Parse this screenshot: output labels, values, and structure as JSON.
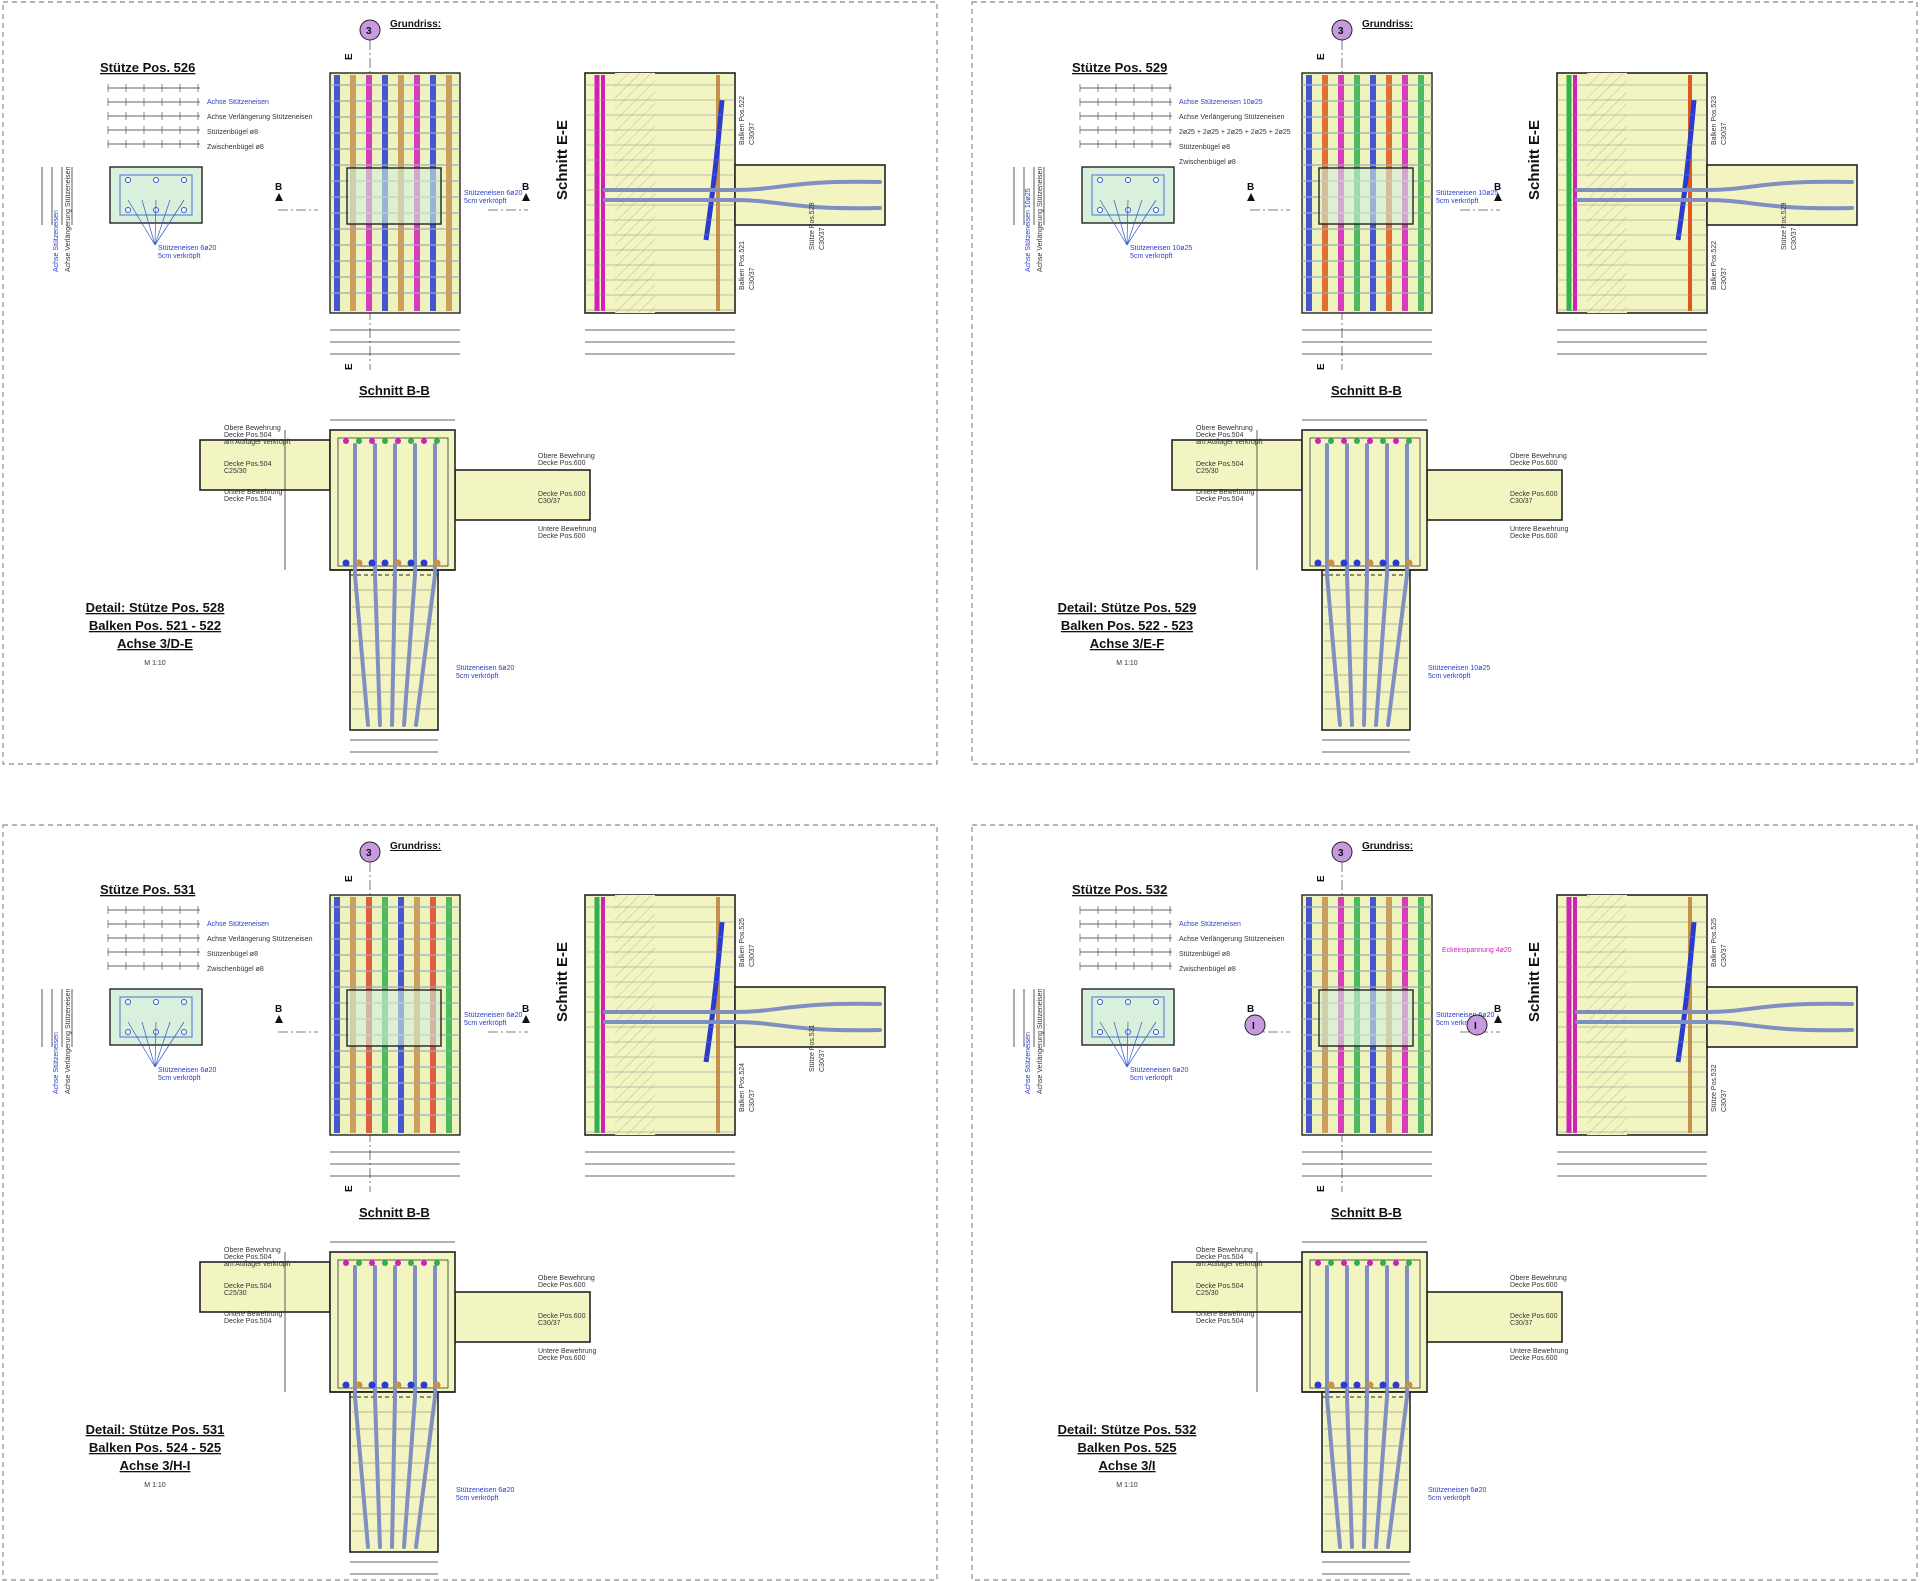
{
  "details": [
    {
      "id": "d1",
      "column_title": "Stütze Pos. 526",
      "grundriss_label": "Grundriss:",
      "axis_marker": "3",
      "section_ee": "Schnitt E-E",
      "section_bb": "Schnitt B-B",
      "section_mark_b": "B",
      "section_mark_e": "E",
      "title_lines": [
        "Detail: Stütze Pos. 528",
        "Balken Pos. 521 - 522",
        "Achse 3/D-E"
      ],
      "scale": "M 1:10",
      "legend": [
        "Achse Stützeneisen",
        "Achse Verlängerung Stützeneisen",
        "Stützenbügel ø8",
        "Zwischenbügel ø8"
      ],
      "rebar_note": [
        "Stützeneisen 6ø20",
        "5cm verkröpft"
      ],
      "slab_labels": [
        "Obere Bewehrung",
        "Decke Pos.504",
        "am Auflager verkröpft",
        "Decke Pos.504",
        "C25/30",
        "Untere Bewehrung",
        "Decke Pos.504",
        "Obere Bewehrung",
        "Decke Pos.600",
        "Decke Pos.600",
        "C30/37",
        "Untere Bewehrung",
        "Decke Pos.600"
      ],
      "beam_labels": [
        "Balken Pos.522",
        "C30/37",
        "Balken Pos.521",
        "C30/37",
        "Stütze Pos.528",
        "C30/37"
      ],
      "colors": [
        "#2a3bd1",
        "#c8914a",
        "#d21fb9"
      ]
    },
    {
      "id": "d2",
      "column_title": "Stütze Pos. 529",
      "grundriss_label": "Grundriss:",
      "axis_marker": "3",
      "section_ee": "Schnitt E-E",
      "section_bb": "Schnitt B-B",
      "section_mark_b": "B",
      "section_mark_e": "E",
      "title_lines": [
        "Detail: Stütze Pos. 529",
        "Balken Pos. 522 - 523",
        "Achse 3/E-F"
      ],
      "scale": "M 1:10",
      "legend": [
        "Achse Stützeneisen 10ø25",
        "Achse Verlängerung Stützeneisen",
        "2ø25 + 2ø25 + 2ø25 + 2ø25 + 2ø25",
        "Stützenbügel ø8",
        "Zwischenbügel ø8"
      ],
      "rebar_note": [
        "Stützeneisen 10ø25",
        "5cm verkröpft"
      ],
      "slab_labels": [
        "Obere Bewehrung",
        "Decke Pos.504",
        "am Auflager verkröpft",
        "Decke Pos.504",
        "C25/30",
        "Untere Bewehrung",
        "Decke Pos.504",
        "Obere Bewehrung",
        "Decke Pos.600",
        "Decke Pos.600",
        "C30/37",
        "Untere Bewehrung",
        "Decke Pos.600"
      ],
      "beam_labels": [
        "Balken Pos.523",
        "C30/37",
        "Balken Pos.522",
        "C30/37",
        "Stütze Pos.529",
        "C30/37"
      ],
      "colors": [
        "#2a3bd1",
        "#e0571d",
        "#d21fb9",
        "#2fb24a"
      ]
    },
    {
      "id": "d3",
      "column_title": "Stütze Pos. 531",
      "grundriss_label": "Grundriss:",
      "axis_marker": "3",
      "section_ee": "Schnitt E-E",
      "section_bb": "Schnitt B-B",
      "section_mark_b": "B",
      "section_mark_e": "E",
      "title_lines": [
        "Detail: Stütze Pos. 531",
        "Balken Pos. 524 - 525",
        "Achse 3/H-I"
      ],
      "scale": "M 1:10",
      "legend": [
        "Achse Stützeneisen",
        "Achse Verlängerung Stützeneisen",
        "Stützenbügel ø8",
        "Zwischenbügel ø8"
      ],
      "rebar_note": [
        "Stützeneisen 6ø20",
        "5cm verkröpft"
      ],
      "slab_labels": [
        "Obere Bewehrung",
        "Decke Pos.504",
        "am Auflager verkröpft",
        "Decke Pos.504",
        "C25/30",
        "Untere Bewehrung",
        "Decke Pos.504",
        "Obere Bewehrung",
        "Decke Pos.600",
        "Decke Pos.600",
        "C30/37",
        "Untere Bewehrung",
        "Decke Pos.600"
      ],
      "beam_labels": [
        "Balken Pos.525",
        "C30/37",
        "Balken Pos.524",
        "C30/37",
        "Stütze Pos.531",
        "C30/37"
      ],
      "colors": [
        "#2a3bd1",
        "#c8914a",
        "#d9452f",
        "#2fb24a"
      ]
    },
    {
      "id": "d4",
      "column_title": "Stütze Pos. 532",
      "grundriss_label": "Grundriss:",
      "axis_marker": "3",
      "axis_marker_i": "I",
      "section_ee": "Schnitt E-E",
      "section_bb": "Schnitt B-B",
      "section_mark_b": "B",
      "section_mark_e": "E",
      "title_lines": [
        "Detail: Stütze Pos. 532",
        "Balken Pos. 525",
        "Achse 3/I"
      ],
      "scale": "M 1:10",
      "legend": [
        "Achse Stützeneisen",
        "Achse Verlängerung Stützeneisen",
        "Stützenbügel ø8",
        "Zwischenbügel ø8"
      ],
      "rebar_note": [
        "Stützeneisen 6ø20",
        "5cm verkröpft"
      ],
      "extra_note": "Eckeinspannung 4ø20",
      "slab_labels": [
        "Obere Bewehrung",
        "Decke Pos.504",
        "am Auflager verkröpft",
        "Decke Pos.504",
        "C25/30",
        "Untere Bewehrung",
        "Decke Pos.504",
        "Obere Bewehrung",
        "Decke Pos.600",
        "Decke Pos.600",
        "C30/37",
        "Untere Bewehrung",
        "Decke Pos.600"
      ],
      "beam_labels": [
        "Balken Pos.525",
        "C30/37",
        "Stütze Pos.532",
        "C30/37"
      ],
      "colors": [
        "#2a3bd1",
        "#c8914a",
        "#d21fb9",
        "#2fb24a"
      ]
    }
  ]
}
